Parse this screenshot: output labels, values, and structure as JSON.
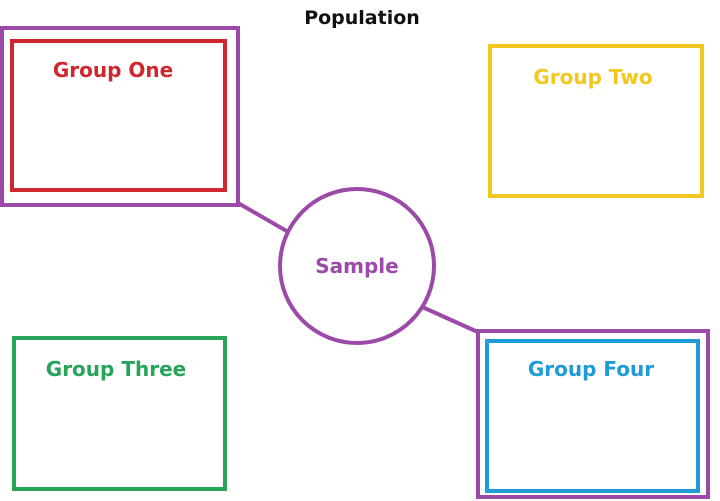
{
  "title": "Population",
  "colors": {
    "sample": "#9b4aa8",
    "group_one": "#d0262d",
    "group_two": "#f2c81e",
    "group_three": "#27a35a",
    "group_four": "#1f9bd6",
    "title": "#111111"
  },
  "sample": {
    "label": "Sample"
  },
  "groups": [
    {
      "id": "group_one",
      "label": "Group One",
      "selected_in_sample": true
    },
    {
      "id": "group_two",
      "label": "Group Two",
      "selected_in_sample": false
    },
    {
      "id": "group_three",
      "label": "Group Three",
      "selected_in_sample": false
    },
    {
      "id": "group_four",
      "label": "Group Four",
      "selected_in_sample": true
    }
  ]
}
